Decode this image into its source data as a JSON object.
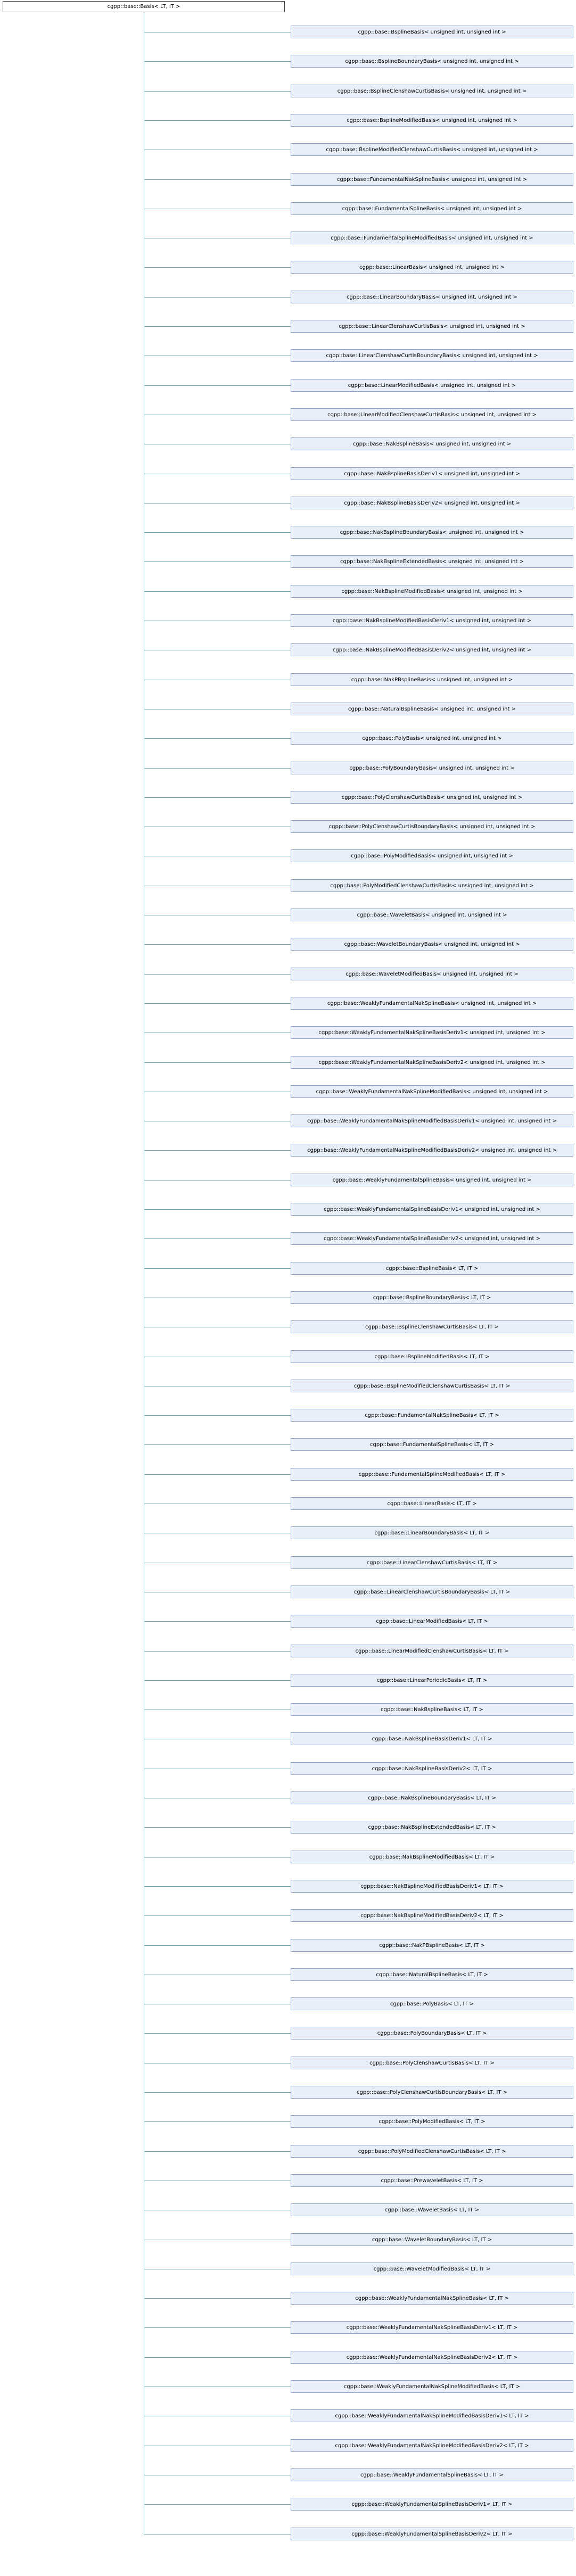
{
  "root": {
    "label": "cgpp::base::Basis< LT, IT >"
  },
  "children": [
    "cgpp::base::BsplineBasis< unsigned int, unsigned int >",
    "cgpp::base::BsplineBoundaryBasis< unsigned int, unsigned int >",
    "cgpp::base::BsplineClenshawCurtisBasis< unsigned int, unsigned int >",
    "cgpp::base::BsplineModifiedBasis< unsigned int, unsigned int >",
    "cgpp::base::BsplineModifiedClenshawCurtisBasis< unsigned int, unsigned int >",
    "cgpp::base::FundamentalNakSplineBasis< unsigned int, unsigned int >",
    "cgpp::base::FundamentalSplineBasis< unsigned int, unsigned int >",
    "cgpp::base::FundamentalSplineModifiedBasis< unsigned int, unsigned int >",
    "cgpp::base::LinearBasis< unsigned int, unsigned int >",
    "cgpp::base::LinearBoundaryBasis< unsigned int, unsigned int >",
    "cgpp::base::LinearClenshawCurtisBasis< unsigned int, unsigned int >",
    "cgpp::base::LinearClenshawCurtisBoundaryBasis< unsigned int, unsigned int >",
    "cgpp::base::LinearModifiedBasis< unsigned int, unsigned int >",
    "cgpp::base::LinearModifiedClenshawCurtisBasis< unsigned int, unsigned int >",
    "cgpp::base::NakBsplineBasis< unsigned int, unsigned int >",
    "cgpp::base::NakBsplineBasisDeriv1< unsigned int, unsigned int >",
    "cgpp::base::NakBsplineBasisDeriv2< unsigned int, unsigned int >",
    "cgpp::base::NakBsplineBoundaryBasis< unsigned int, unsigned int >",
    "cgpp::base::NakBsplineExtendedBasis< unsigned int, unsigned int >",
    "cgpp::base::NakBsplineModifiedBasis< unsigned int, unsigned int >",
    "cgpp::base::NakBsplineModifiedBasisDeriv1< unsigned int, unsigned int >",
    "cgpp::base::NakBsplineModifiedBasisDeriv2< unsigned int, unsigned int >",
    "cgpp::base::NakPBsplineBasis< unsigned int, unsigned int >",
    "cgpp::base::NaturalBsplineBasis< unsigned int, unsigned int >",
    "cgpp::base::PolyBasis< unsigned int, unsigned int >",
    "cgpp::base::PolyBoundaryBasis< unsigned int, unsigned int >",
    "cgpp::base::PolyClenshawCurtisBasis< unsigned int, unsigned int >",
    "cgpp::base::PolyClenshawCurtisBoundaryBasis< unsigned int, unsigned int >",
    "cgpp::base::PolyModifiedBasis< unsigned int, unsigned int >",
    "cgpp::base::PolyModifiedClenshawCurtisBasis< unsigned int, unsigned int >",
    "cgpp::base::WaveletBasis< unsigned int, unsigned int >",
    "cgpp::base::WaveletBoundaryBasis< unsigned int, unsigned int >",
    "cgpp::base::WaveletModifiedBasis< unsigned int, unsigned int >",
    "cgpp::base::WeaklyFundamentalNakSplineBasis< unsigned int, unsigned int >",
    "cgpp::base::WeaklyFundamentalNakSplineBasisDeriv1< unsigned int, unsigned int >",
    "cgpp::base::WeaklyFundamentalNakSplineBasisDeriv2< unsigned int, unsigned int >",
    "cgpp::base::WeaklyFundamentalNakSplineModifiedBasis< unsigned int, unsigned int >",
    "cgpp::base::WeaklyFundamentalNakSplineModifiedBasisDeriv1< unsigned int, unsigned int >",
    "cgpp::base::WeaklyFundamentalNakSplineModifiedBasisDeriv2< unsigned int, unsigned int >",
    "cgpp::base::WeaklyFundamentalSplineBasis< unsigned int, unsigned int >",
    "cgpp::base::WeaklyFundamentalSplineBasisDeriv1< unsigned int, unsigned int >",
    "cgpp::base::WeaklyFundamentalSplineBasisDeriv2< unsigned int, unsigned int >",
    "cgpp::base::BsplineBasis< LT, IT >",
    "cgpp::base::BsplineBoundaryBasis< LT, IT >",
    "cgpp::base::BsplineClenshawCurtisBasis< LT, IT >",
    "cgpp::base::BsplineModifiedBasis< LT, IT >",
    "cgpp::base::BsplineModifiedClenshawCurtisBasis< LT, IT >",
    "cgpp::base::FundamentalNakSplineBasis< LT, IT >",
    "cgpp::base::FundamentalSplineBasis< LT, IT >",
    "cgpp::base::FundamentalSplineModifiedBasis< LT, IT >",
    "cgpp::base::LinearBasis< LT, IT >",
    "cgpp::base::LinearBoundaryBasis< LT, IT >",
    "cgpp::base::LinearClenshawCurtisBasis< LT, IT >",
    "cgpp::base::LinearClenshawCurtisBoundaryBasis< LT, IT >",
    "cgpp::base::LinearModifiedBasis< LT, IT >",
    "cgpp::base::LinearModifiedClenshawCurtisBasis< LT, IT >",
    "cgpp::base::LinearPeriodicBasis< LT, IT >",
    "cgpp::base::NakBsplineBasis< LT, IT >",
    "cgpp::base::NakBsplineBasisDeriv1< LT, IT >",
    "cgpp::base::NakBsplineBasisDeriv2< LT, IT >",
    "cgpp::base::NakBsplineBoundaryBasis< LT, IT >",
    "cgpp::base::NakBsplineExtendedBasis< LT, IT >",
    "cgpp::base::NakBsplineModifiedBasis< LT, IT >",
    "cgpp::base::NakBsplineModifiedBasisDeriv1< LT, IT >",
    "cgpp::base::NakBsplineModifiedBasisDeriv2< LT, IT >",
    "cgpp::base::NakPBsplineBasis< LT, IT >",
    "cgpp::base::NaturalBsplineBasis< LT, IT >",
    "cgpp::base::PolyBasis< LT, IT >",
    "cgpp::base::PolyBoundaryBasis< LT, IT >",
    "cgpp::base::PolyClenshawCurtisBasis< LT, IT >",
    "cgpp::base::PolyClenshawCurtisBoundaryBasis< LT, IT >",
    "cgpp::base::PolyModifiedBasis< LT, IT >",
    "cgpp::base::PolyModifiedClenshawCurtisBasis< LT, IT >",
    "cgpp::base::PrewaveletBasis< LT, IT >",
    "cgpp::base::WaveletBasis< LT, IT >",
    "cgpp::base::WaveletBoundaryBasis< LT, IT >",
    "cgpp::base::WaveletModifiedBasis< LT, IT >",
    "cgpp::base::WeaklyFundamentalNakSplineBasis< LT, IT >",
    "cgpp::base::WeaklyFundamentalNakSplineBasisDeriv1< LT, IT >",
    "cgpp::base::WeaklyFundamentalNakSplineBasisDeriv2< LT, IT >",
    "cgpp::base::WeaklyFundamentalNakSplineModifiedBasis< LT, IT >",
    "cgpp::base::WeaklyFundamentalNakSplineModifiedBasisDeriv1< LT, IT >",
    "cgpp::base::WeaklyFundamentalNakSplineModifiedBasisDeriv2< LT, IT >",
    "cgpp::base::WeaklyFundamentalSplineBasis< LT, IT >",
    "cgpp::base::WeaklyFundamentalSplineBasisDeriv1< LT, IT >",
    "cgpp::base::WeaklyFundamentalSplineBasisDeriv2< LT, IT >"
  ],
  "colors": {
    "edge": "#63a3a9",
    "child_fill": "#e8eef8",
    "child_border": "#8a9fc8",
    "root_border": "#404040"
  }
}
